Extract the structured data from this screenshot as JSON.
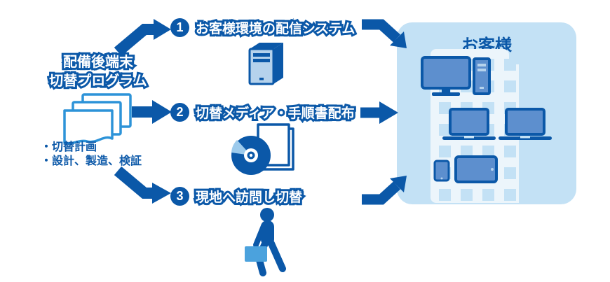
{
  "source": {
    "title_line1": "配備後端末",
    "title_line2": "切替プログラム",
    "bullets": [
      "・切替計画",
      "・設計、製造、検証"
    ],
    "icon": "document-stack-icon"
  },
  "steps": [
    {
      "number": "1",
      "title": "お客様環境の配信システム",
      "icon": "server-tower-icon"
    },
    {
      "number": "2",
      "title": "切替メディア・手順書配布",
      "icon": "cd-and-documents-icon"
    },
    {
      "number": "3",
      "title": "現地へ訪問し切替",
      "icon": "walking-engineer-icon"
    }
  ],
  "customer": {
    "label": "お客様",
    "device_icons": [
      "desktop-pc-icon",
      "laptop-icon",
      "laptop-icon",
      "smartphone-icon",
      "tablet-icon"
    ],
    "background_icon": "office-building-icon"
  },
  "colors": {
    "primary_blue": "#0b58a8",
    "medium_device_blue": "#5d8fce",
    "panel_light_blue": "#c3e1f5",
    "building_white": "#ecf5fb",
    "document_outline_blue": "#2d93d8",
    "briefcase_blue": "#4ba2dd"
  }
}
